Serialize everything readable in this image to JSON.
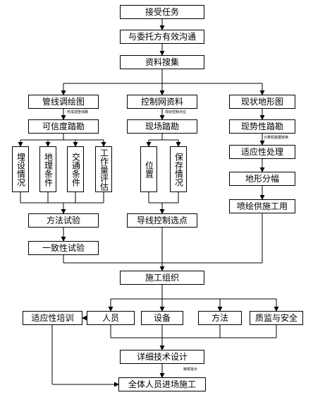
{
  "diagram": {
    "nodes": {
      "accept_task": "接受任务",
      "communicate": "与委托方有效沟通",
      "collect": "资料搜集",
      "pipeline_map": "管线调绘图",
      "control_net": "控制网资料",
      "terrain_map": "现状地形图",
      "feasibility_survey": "可信度踏勘",
      "site_survey": "现场踏勘",
      "terrain_survey": "现势性踏勘",
      "burial": "埋设情况",
      "geology": "地理条件",
      "traffic": "交通条件",
      "workload": "工作量评估",
      "position": "位置",
      "preservation": "保存情况",
      "adapt_process": "适应性处理",
      "sheet_split": "地形分幅",
      "spray_plot": "喷绘供施工用",
      "method_test": "方法试验",
      "traverse_select": "导线控制选点",
      "consistency_test": "一致性试验",
      "construction_org": "施工组织",
      "adapt_training": "适应性培训",
      "personnel": "人员",
      "equipment": "设备",
      "method": "方法",
      "quality_safety": "质监与安全",
      "detailed_design": "详细技术设计",
      "all_staff": "全体人员进场施工"
    },
    "notes": {
      "n1": "形成调查线路",
      "n2": "现状控制点位",
      "n3": "计算机数据转换",
      "n4": "审核批示"
    }
  }
}
